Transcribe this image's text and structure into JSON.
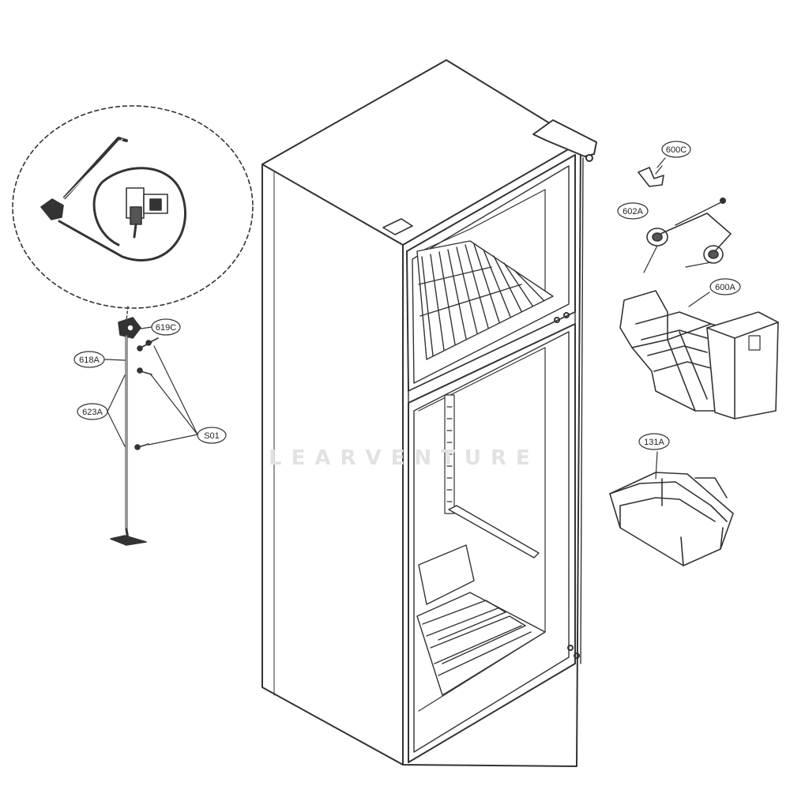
{
  "diagram": {
    "type": "exploded-parts-diagram",
    "subject": "top-freezer refrigerator with ice maker kit",
    "line_color": "#333333",
    "background": "#ffffff",
    "watermark": "LEARVENTURE",
    "callouts": {
      "c600C": "600C",
      "c602A": "602A",
      "c600A": "600A",
      "c131A": "131A",
      "c619C": "619C",
      "c618A": "618A",
      "c623A": "623A",
      "cS01": "S01"
    }
  }
}
